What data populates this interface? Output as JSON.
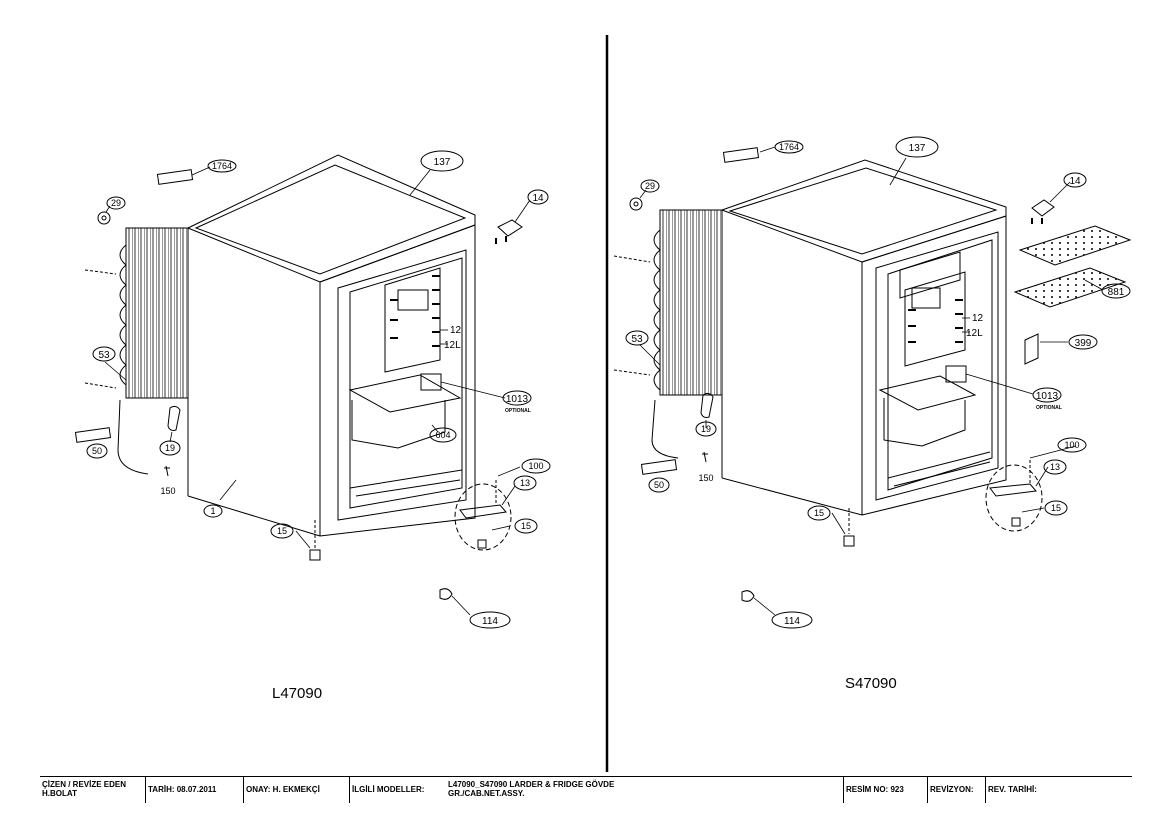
{
  "views": {
    "left": {
      "model": "L47090",
      "callouts": {
        "c137": "137",
        "c1764": "1764",
        "c29": "29",
        "c14": "14",
        "c12": "12",
        "c12l": "12L",
        "c53": "53",
        "c1013": "1013",
        "optional": "OPTIONAL",
        "c604": "604",
        "c19": "19",
        "c50": "50",
        "c150": "150",
        "c1": "1",
        "c100": "100",
        "c13": "13",
        "c15a": "15",
        "c15b": "15",
        "c114": "114"
      }
    },
    "right": {
      "model": "S47090",
      "callouts": {
        "c137": "137",
        "c1764": "1764",
        "c29": "29",
        "c14": "14",
        "c12": "12",
        "c12l": "12L",
        "c881": "881",
        "c399": "399",
        "c53": "53",
        "c1013": "1013",
        "optional": "OPTIONAL",
        "c19": "19",
        "c50": "50",
        "c150": "150",
        "c100": "100",
        "c13": "13",
        "c15a": "15",
        "c15b": "15",
        "c114": "114"
      }
    }
  },
  "title_block": {
    "drawn_label": "ÇİZEN / REVİZE EDEN",
    "drawn_name": "H.BOLAT",
    "date": "TARİH: 08.07.2011",
    "approval": "ONAY: H. EKMEKÇİ",
    "models_label": "İLGİLİ MODELLER:",
    "models_line1": "L47090_S47090 LARDER & FRIDGE GÖVDE",
    "models_line2": "GR./CAB.NET.ASSY.",
    "drawing_no": "RESİM NO: 923",
    "revision": "REVİZYON:",
    "revision_date": "REV. TARİHİ:"
  }
}
